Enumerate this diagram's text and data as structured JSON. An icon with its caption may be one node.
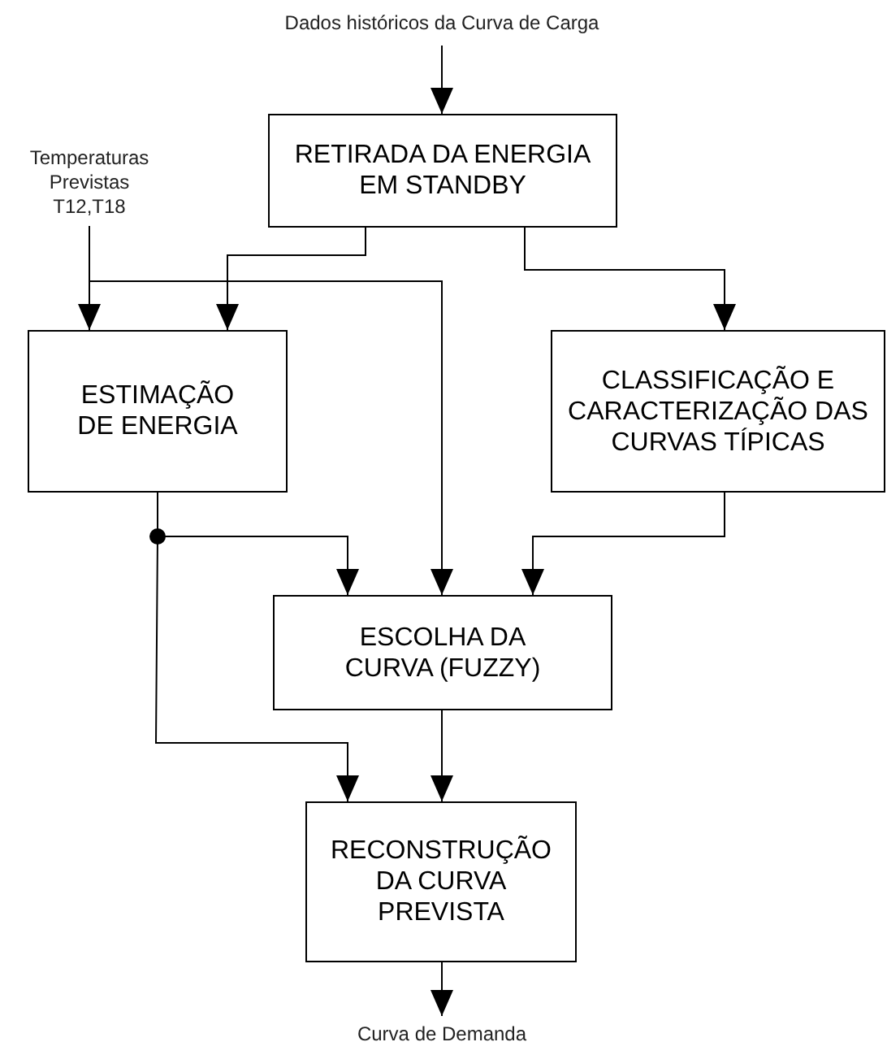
{
  "diagram": {
    "nodes": [
      {
        "text": [
          "Dados históricos da Curva de Carga"
        ]
      },
      {
        "text": [
          "RETIRADA DA ENERGIA EM STANDBY"
        ]
      },
      {
        "text": [
          "Temperaturas Previstas T12,T18"
        ]
      },
      {
        "text": [
          "ESTIMAÇÃO DE ENERGIA"
        ]
      },
      {
        "text": [
          "CLASSIFICAÇÃO E CARACTERIZAÇÃO DAS CURVAS TÍPICAS"
        ]
      },
      {
        "text": [
          "ESCOLHA DA CURVA (FUZZY)"
        ]
      },
      {
        "text": [
          "RECONSTRUÇÃO DA CURVA PREVISTA"
        ]
      },
      {
        "text": [
          "Curva de Demanda"
        ]
      }
    ],
    "edges": [
      {
        "from": 0,
        "to": 1,
        "arrow": "to"
      },
      {
        "from": 1,
        "to": 3,
        "arrow": "to"
      },
      {
        "from": 2,
        "to": 3,
        "arrow": "to"
      },
      {
        "from": 2,
        "to": 5,
        "arrow": "to"
      },
      {
        "from": 1,
        "to": 4,
        "arrow": "to"
      },
      {
        "from": 3,
        "to": 5,
        "arrow": "to"
      },
      {
        "from": 3,
        "to": 6,
        "arrow": "to"
      },
      {
        "from": 4,
        "to": 5,
        "arrow": "to"
      },
      {
        "from": 5,
        "to": 6,
        "arrow": "to"
      },
      {
        "from": 6,
        "to": 7,
        "arrow": "to"
      }
    ]
  }
}
